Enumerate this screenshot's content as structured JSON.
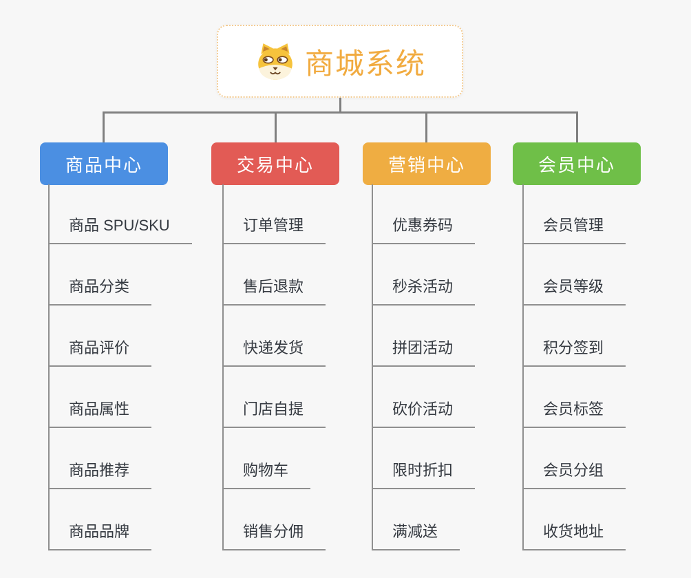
{
  "root": {
    "label": "商城系统",
    "icon": "dog-face-icon",
    "text_color": "#f1ab40",
    "border_color": "#f4cd95"
  },
  "branches": [
    {
      "label": "商品中心",
      "color": "#4b8fe2",
      "children": [
        "商品 SPU/SKU",
        "商品分类",
        "商品评价",
        "商品属性",
        "商品推荐",
        "商品品牌"
      ]
    },
    {
      "label": "交易中心",
      "color": "#e25b55",
      "children": [
        "订单管理",
        "售后退款",
        "快递发货",
        "门店自提",
        "购物车",
        "销售分佣"
      ]
    },
    {
      "label": "营销中心",
      "color": "#efad42",
      "children": [
        "优惠券码",
        "秒杀活动",
        "拼团活动",
        "砍价活动",
        "限时折扣",
        "满减送"
      ]
    },
    {
      "label": "会员中心",
      "color": "#6fbf48",
      "children": [
        "会员管理",
        "会员等级",
        "积分签到",
        "会员标签",
        "会员分组",
        "收货地址"
      ]
    }
  ],
  "colors": {
    "background": "#f7f7f7",
    "connector": "#808080",
    "underline": "#8f8f8f",
    "child_text": "#353a41",
    "node_text": "#ffffff"
  }
}
